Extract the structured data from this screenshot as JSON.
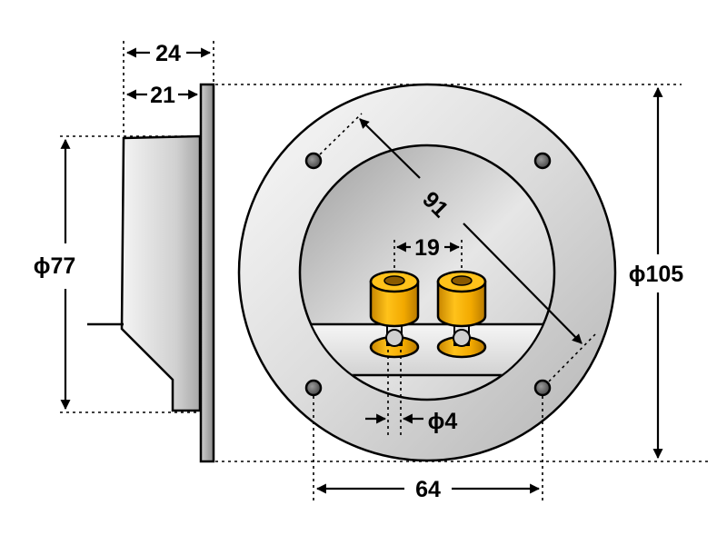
{
  "dimensions": {
    "depth_total": "24",
    "depth_body": "21",
    "body_diameter": "ϕ77",
    "flange_diameter": "ϕ105",
    "bolt_circle": "91",
    "terminal_spacing": "19",
    "terminal_diameter": "ϕ4",
    "hole_spacing": "64"
  },
  "colors": {
    "terminal_gold": "#f2a900",
    "terminal_gold_dark": "#b87a00",
    "metal_light": "#f0f0f0",
    "metal_dark": "#9a9a9a"
  }
}
